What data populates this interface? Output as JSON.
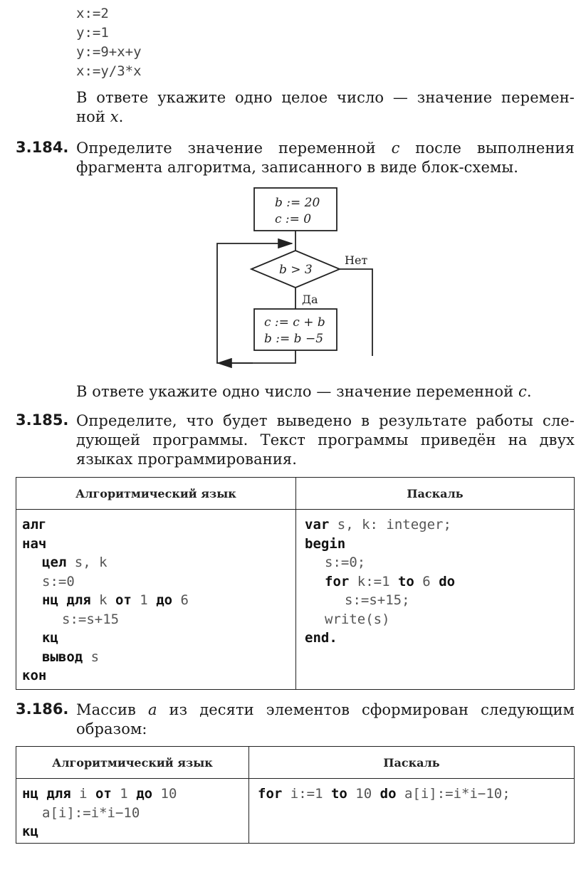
{
  "top_code": [
    "x:=2",
    "y:=1",
    "y:=9+x+y",
    "x:=y/3*x"
  ],
  "top_answer": {
    "line1": "В ответе укажите одно целое число — значение перемен-",
    "line2_pre": "ной ",
    "line2_var": "x",
    "line2_post": "."
  },
  "p184": {
    "number": "3.184.",
    "line1_pre": "Определите значение переменной ",
    "line1_var": "c",
    "line1_post": " после выполнения",
    "line2": "фрагмента алгоритма, записанного в виде блок-схемы.",
    "flowchart": {
      "init_b": "b := 20",
      "init_c": "c := 0",
      "condition": "b > 3",
      "no_label": "Нет",
      "yes_label": "Да",
      "body_c": "c := c + b",
      "body_b": "b := b −5"
    },
    "answer_pre": "В ответе укажите одно число — значение переменной ",
    "answer_var": "c",
    "answer_post": "."
  },
  "p185": {
    "number": "3.185.",
    "lines": [
      "Определите, что будет выведено в результате работы сле-",
      "дующей программы. Текст программы приведён на двух",
      "языках программирования."
    ],
    "table": {
      "headers": [
        "Алгоритмический язык",
        "Паскаль"
      ],
      "alg_lines": [
        {
          "indent": 0,
          "kw": "алг",
          "rest": ""
        },
        {
          "indent": 0,
          "kw": "нач",
          "rest": ""
        },
        {
          "indent": 1,
          "kw": "цел",
          "rest": " s, k"
        },
        {
          "indent": 1,
          "kw": "",
          "rest": "s:=0"
        },
        {
          "indent": 1,
          "parts": [
            [
              "kw",
              "нц для"
            ],
            [
              "t",
              " k "
            ],
            [
              "kw",
              "от"
            ],
            [
              "t",
              " 1 "
            ],
            [
              "kw",
              "до"
            ],
            [
              "t",
              " 6"
            ]
          ]
        },
        {
          "indent": 2,
          "kw": "",
          "rest": "s:=s+15"
        },
        {
          "indent": 1,
          "kw": "кц",
          "rest": ""
        },
        {
          "indent": 1,
          "kw": "вывод",
          "rest": " s"
        },
        {
          "indent": 0,
          "kw": "кон",
          "rest": ""
        }
      ],
      "pascal_lines": [
        {
          "indent": 0,
          "parts": [
            [
              "kw",
              "var"
            ],
            [
              "t",
              " s, k: integer;"
            ]
          ]
        },
        {
          "indent": 0,
          "parts": [
            [
              "kw",
              "begin"
            ]
          ]
        },
        {
          "indent": 1,
          "parts": [
            [
              "t",
              "s:=0;"
            ]
          ]
        },
        {
          "indent": 1,
          "parts": [
            [
              "kw",
              "for"
            ],
            [
              "t",
              " k:=1 "
            ],
            [
              "kw",
              "to"
            ],
            [
              "t",
              " 6 "
            ],
            [
              "kw",
              "do"
            ]
          ]
        },
        {
          "indent": 2,
          "parts": [
            [
              "t",
              "s:=s+15;"
            ]
          ]
        },
        {
          "indent": 1,
          "parts": [
            [
              "t",
              "write(s)"
            ]
          ]
        },
        {
          "indent": 0,
          "parts": [
            [
              "kw",
              "end."
            ]
          ]
        }
      ]
    }
  },
  "p186": {
    "number": "3.186.",
    "line1_pre": "Массив ",
    "line1_var": "a",
    "line1_post": " из десяти элементов сформирован следующим",
    "line2": "образом:",
    "table": {
      "headers": [
        "Алгоритмический язык",
        "Паскаль"
      ],
      "alg_lines": [
        {
          "indent": 0,
          "parts": [
            [
              "kw",
              "нц для"
            ],
            [
              "t",
              " i "
            ],
            [
              "kw",
              "от"
            ],
            [
              "t",
              " 1 "
            ],
            [
              "kw",
              "до"
            ],
            [
              "t",
              " 10"
            ]
          ]
        },
        {
          "indent": 1,
          "parts": [
            [
              "t",
              "a[i]:=i*i−10"
            ]
          ]
        },
        {
          "indent": 0,
          "parts": [
            [
              "kw",
              "кц"
            ]
          ]
        }
      ],
      "pascal_lines": [
        {
          "indent": 0,
          "parts": [
            [
              "kw",
              "for"
            ],
            [
              "t",
              " i:=1 "
            ],
            [
              "kw",
              "to"
            ],
            [
              "t",
              " 10 "
            ],
            [
              "kw",
              "do"
            ],
            [
              "t",
              " a[i]:=i*i−10;"
            ]
          ]
        }
      ]
    }
  }
}
